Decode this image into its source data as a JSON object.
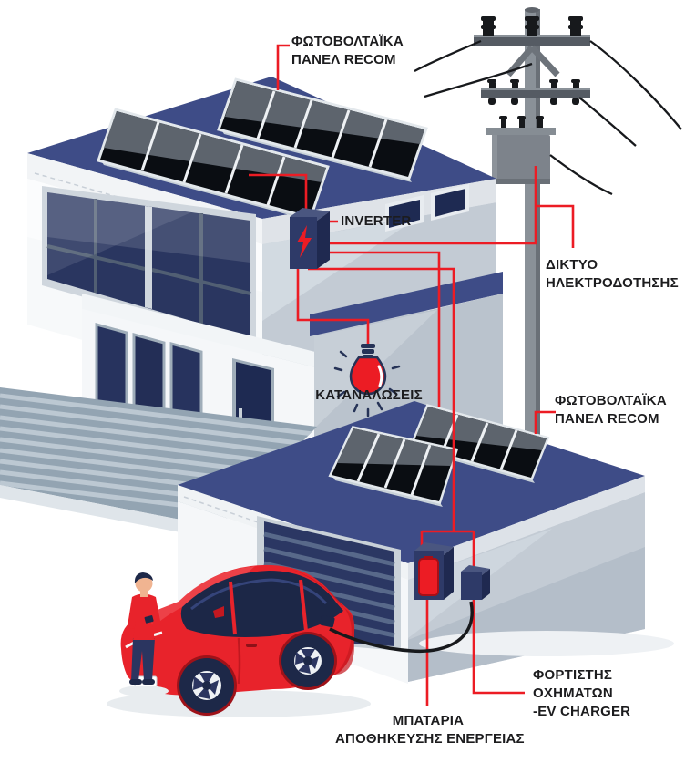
{
  "labels": {
    "pv_top": {
      "line1": "ΦΩΤΟΒΟΛΤΑΪΚΑ",
      "line2": "ΠΑΝΕΛ RECOM"
    },
    "inverter": {
      "line1": "INVERTER"
    },
    "grid": {
      "line1": "ΔΙΚΤΥΟ",
      "line2": "ΗΛΕΚΤΡΟΔΟΤΗΣΗΣ"
    },
    "consumption": {
      "line1": "ΚΑΤΑΝΑΛΩΣΕΙΣ"
    },
    "pv_right": {
      "line1": "ΦΩΤΟΒΟΛΤΑΪΚΑ",
      "line2": "ΠΑΝΕΛ RECOM"
    },
    "battery": {
      "line1": "ΜΠΑΤΑΡΙΑ",
      "line2": "ΑΠΟΘΗΚΕΥΣΗΣ ΕΝΕΡΓΕΙΑΣ"
    },
    "ev_charger": {
      "line1": "ΦΟΡΤΙΣΤΗΣ",
      "line2": "ΟΧΗΜΑΤΩΝ",
      "line3": "-EV CHARGER"
    }
  },
  "icons": [
    "solar-panel",
    "inverter-box",
    "lightning-bolt",
    "light-bulb",
    "battery",
    "ev-charger",
    "utility-pole",
    "transformer",
    "electric-car",
    "person"
  ],
  "colors": {
    "accent_red": "#EC1C24",
    "roof_navy": "#3E4C87",
    "equipment_navy": "#2E3A68",
    "glass_navy": "#27335E",
    "wall_light": "#F3F5F7",
    "wall_shadow": "#C3CBD4",
    "text": "#1C1C1E"
  }
}
